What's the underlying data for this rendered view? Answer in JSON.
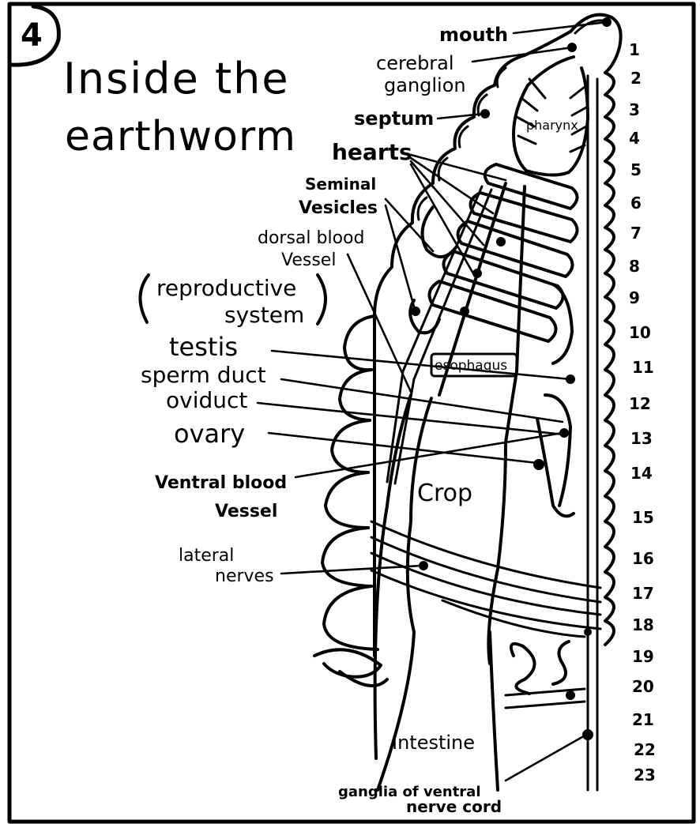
{
  "page_number": "4",
  "title": {
    "line1": "Inside the",
    "line2": "earthworm"
  },
  "group_label": {
    "line1": "reproductive",
    "line2": "system"
  },
  "labels": {
    "mouth": "mouth",
    "cerebral_ganglion_1": "cerebral",
    "cerebral_ganglion_2": "ganglion",
    "septum": "septum",
    "hearts": "hearts",
    "seminal_vesicles_1": "Seminal",
    "seminal_vesicles_2": "Vesicles",
    "dorsal_blood_vessel_1": "dorsal blood",
    "dorsal_blood_vessel_2": "Vessel",
    "pharynx": "pharynx",
    "esophagus": "esophagus",
    "testis": "testis",
    "sperm_duct": "sperm duct",
    "oviduct": "oviduct",
    "ovary": "ovary",
    "ventral_blood_vessel_1": "Ventral blood",
    "ventral_blood_vessel_2": "Vessel",
    "crop": "Crop",
    "lateral_nerves_1": "lateral",
    "lateral_nerves_2": "nerves",
    "intestine": "Intestine",
    "ganglia_1": "ganglia of ventral",
    "ganglia_2": "nerve cord"
  },
  "segments": [
    "1",
    "2",
    "3",
    "4",
    "5",
    "6",
    "7",
    "8",
    "9",
    "10",
    "11",
    "12",
    "13",
    "14",
    "15",
    "16",
    "17",
    "18",
    "19",
    "20",
    "21",
    "22",
    "23"
  ]
}
